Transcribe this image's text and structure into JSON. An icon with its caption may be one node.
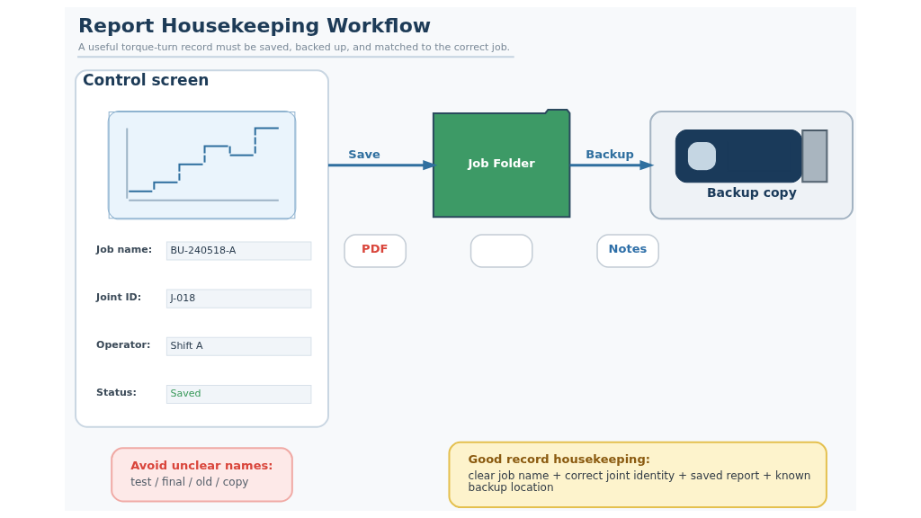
{
  "diagram": {
    "title": "Report Housekeeping Workflow",
    "caption": "A useful torque-turn record must be saved, backed up, and matched to the correct job.",
    "nodes": [
      {
        "text": [
          "Control screen"
        ]
      },
      {
        "text": [],
        "shape": "picture",
        "in": 0
      },
      {
        "text": [
          "BU-240518-A"
        ],
        "beside": [
          "Job name:"
        ],
        "in": 0
      },
      {
        "text": [
          "J-018"
        ],
        "beside": [
          "Joint ID:"
        ],
        "in": 0
      },
      {
        "text": [
          "Shift A"
        ],
        "beside": [
          "Operator:"
        ],
        "in": 0
      },
      {
        "text": [
          "Saved"
        ],
        "beside": [
          "Status:"
        ],
        "in": 0
      },
      {
        "text": [
          "Job Folder"
        ]
      },
      {
        "text": [
          "PDF"
        ]
      },
      {
        "text": [],
        "shape": "box"
      },
      {
        "text": [
          "Notes"
        ]
      },
      {
        "text": [
          "Backup copy"
        ]
      },
      {
        "text": [
          "Avoid unclear names:",
          "test / final / old / copy"
        ]
      },
      {
        "text": [
          "Good record housekeeping:",
          "clear job name + correct joint identity + saved report + known backup location"
        ]
      }
    ],
    "edges": [
      {
        "from": 0,
        "to": 6,
        "arrow": "to",
        "label": "Save"
      },
      {
        "from": 6,
        "to": 10,
        "arrow": "to",
        "label": "Backup"
      }
    ]
  }
}
